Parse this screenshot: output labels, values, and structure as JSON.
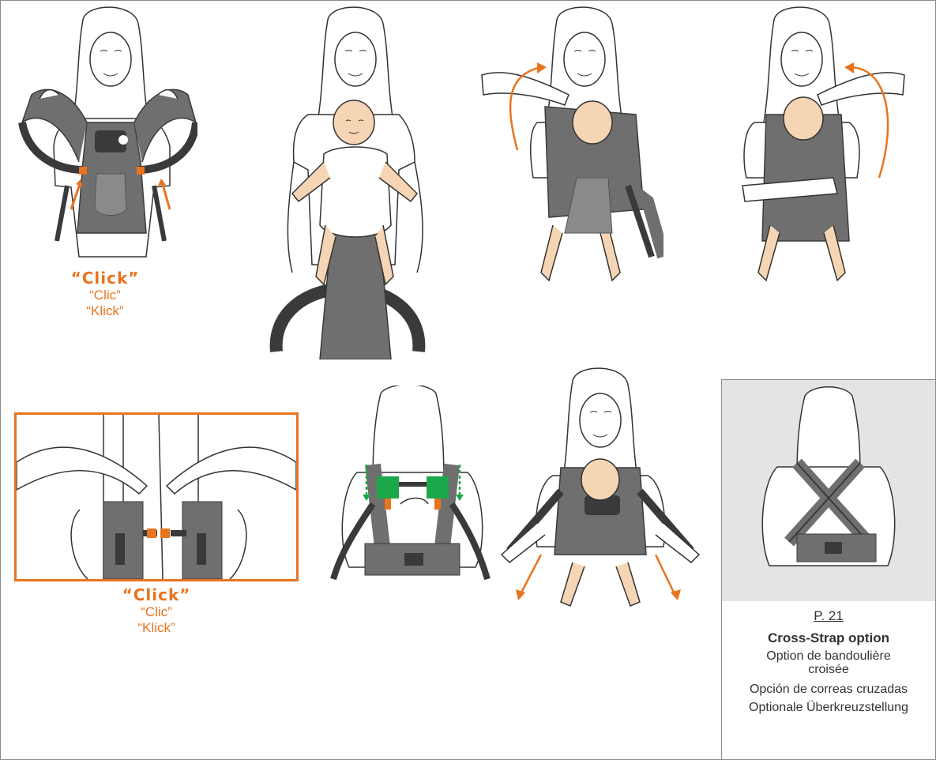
{
  "captions": {
    "step1": {
      "main": "“Click”",
      "fr": "“Clic”",
      "de": "“Klick”"
    },
    "step5": {
      "main": "“Click”",
      "fr": "“Clic”",
      "de": "“Klick”"
    }
  },
  "reference": {
    "page": "P. 21",
    "title": "Cross-Strap option",
    "fr": "Option de bandoulière croisée",
    "es": "Opción de correas cruzadas",
    "de": "Optionale Überkreuzstellung"
  },
  "colors": {
    "accent": "#e8741f",
    "strap": "#6f6f6f",
    "dark": "#3a3a3a",
    "green": "#1aa84a",
    "skin": "#f6d5b5",
    "panel_bg": "#e4e4e4"
  },
  "icons": [
    "woman-figure",
    "baby-figure",
    "carrier",
    "arrow",
    "hands"
  ]
}
